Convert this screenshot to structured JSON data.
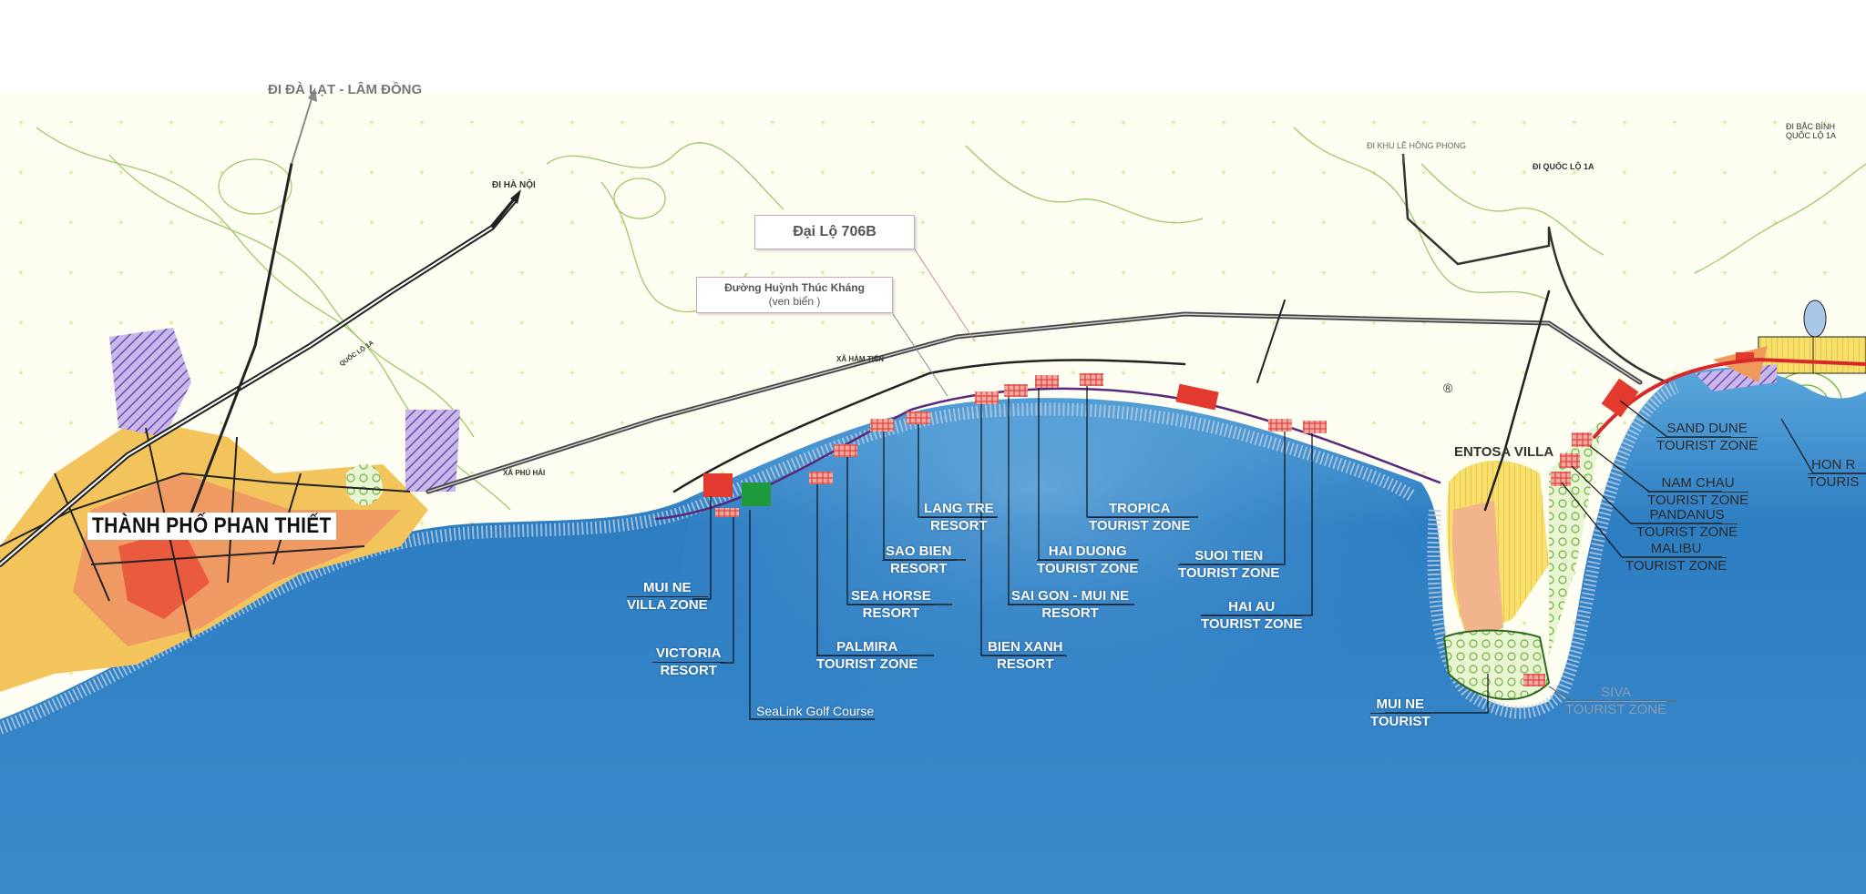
{
  "directions": {
    "da_lat": "ĐI ĐÀ LẠT - LÂM ĐỒNG",
    "ha_noi": "ĐI HÀ NỘI",
    "quoc_lo_1a_road": "QUỐC LỘ 1A",
    "le_hong_phong": "ĐI KHU LÊ HỒNG PHONG",
    "quoc_lo_1a": "ĐI QUỐC LỘ 1A",
    "bac_binh_1": "ĐI BẮC BÌNH",
    "bac_binh_2": "QUỐC LỘ 1A"
  },
  "places": {
    "city": "THÀNH PHỐ PHAN THIẾT",
    "phu_hai": "XÃ PHÚ HẢI",
    "ham_tien": "XÃ HÀM TIẾN",
    "centosa": "ENTOSA VILLA",
    "registered": "®"
  },
  "roads": {
    "dai_lo": "Đại Lộ 706B",
    "huynh_thuc_khang": "Đường Huỳnh Thúc Kháng",
    "ven_bien": "(ven biển )"
  },
  "zones": [
    {
      "l1": "MUI NE",
      "l2": "VILLA ZONE"
    },
    {
      "l1": "VICTORIA",
      "l2": "RESORT"
    },
    {
      "l1": "SeaLink Golf Course",
      "l2": ""
    },
    {
      "l1": "PALMIRA",
      "l2": "TOURIST ZONE"
    },
    {
      "l1": "SEA HORSE",
      "l2": "RESORT"
    },
    {
      "l1": "SAO BIEN",
      "l2": "RESORT"
    },
    {
      "l1": "LANG TRE",
      "l2": "RESORT"
    },
    {
      "l1": "BIEN XANH",
      "l2": "RESORT"
    },
    {
      "l1": "SAI GON - MUI NE",
      "l2": "RESORT"
    },
    {
      "l1": "HAI DUONG",
      "l2": "TOURIST ZONE"
    },
    {
      "l1": "TROPICA",
      "l2": "TOURIST ZONE"
    },
    {
      "l1": "SUOI TIEN",
      "l2": "TOURIST ZONE"
    },
    {
      "l1": "HAI AU",
      "l2": "TOURIST ZONE"
    },
    {
      "l1": "MUI NE",
      "l2": "TOURIST"
    },
    {
      "l1": "SIVA",
      "l2": "TOURIST ZONE"
    },
    {
      "l1": "SAND DUNE",
      "l2": "TOURIST ZONE"
    },
    {
      "l1": "NAM CHAU",
      "l2": "TOURIST ZONE"
    },
    {
      "l1": "PANDANUS",
      "l2": "TOURIST ZONE"
    },
    {
      "l1": "MALIBU",
      "l2": "TOURIST ZONE"
    },
    {
      "l1": "HON R",
      "l2": "TOURIS"
    }
  ],
  "colors": {
    "sea": "#2f7fc4",
    "land": "#fbfbe8",
    "resort": "#e23a2e",
    "golf": "#1e9a3c"
  }
}
